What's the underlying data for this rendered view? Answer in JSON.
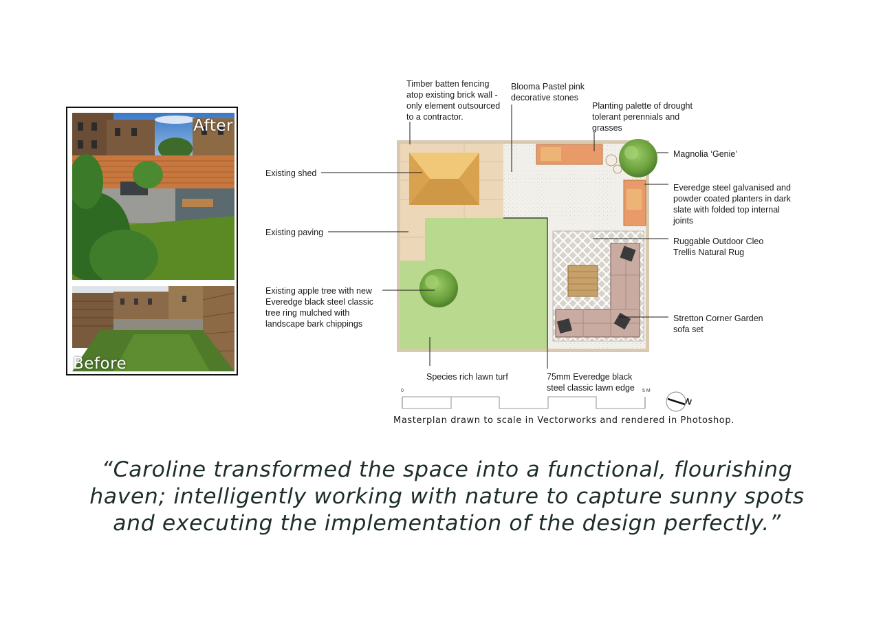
{
  "photos": {
    "after_label": "After",
    "before_label": "Before"
  },
  "annotations": {
    "timber_fencing": "Timber batten fencing\natop existing brick wall -\nonly element outsourced\nto a contractor.",
    "pink_stones": "Blooma Pastel pink\ndecorative stones",
    "planting_palette": "Planting palette of drought\ntolerant perennials and\ngrasses",
    "magnolia": "Magnolia ‘Genie’",
    "existing_shed": "Existing shed",
    "steel_planters": "Everedge steel galvanised and\npowder coated planters in dark\nslate with folded top internal\njoints",
    "existing_paving": "Existing paving",
    "rug": "Ruggable Outdoor Cleo\nTrellis Natural Rug",
    "apple_tree": "Existing apple tree with new\nEveredge black steel classic\ntree ring mulched with\nlandscape bark chippings",
    "sofa": "Stretton Corner Garden\nsofa set",
    "lawn_turf": "Species rich lawn turf",
    "lawn_edge": "75mm Everedge black\nsteel classic lawn edge"
  },
  "scale": {
    "start": "0",
    "end": "5 M"
  },
  "north_label": "N",
  "caption": "Masterplan drawn to scale in Vectorworks and rendered in Photoshop.",
  "quote": "“Caroline transformed the space into a functional, flourishing haven; intelligently working with nature to capture sunny spots and executing the implementation of the design perfectly.”",
  "colors": {
    "lawn": "#b5d98a",
    "gravel": "#f1efe9",
    "paving": "#ecd8b8",
    "shed": "#e8b860",
    "rug": "#d2cec6",
    "sofa": "#c9aba2",
    "planter": "#e5a070",
    "tree": "#6ea43f",
    "quote_text": "#1d2e29"
  }
}
